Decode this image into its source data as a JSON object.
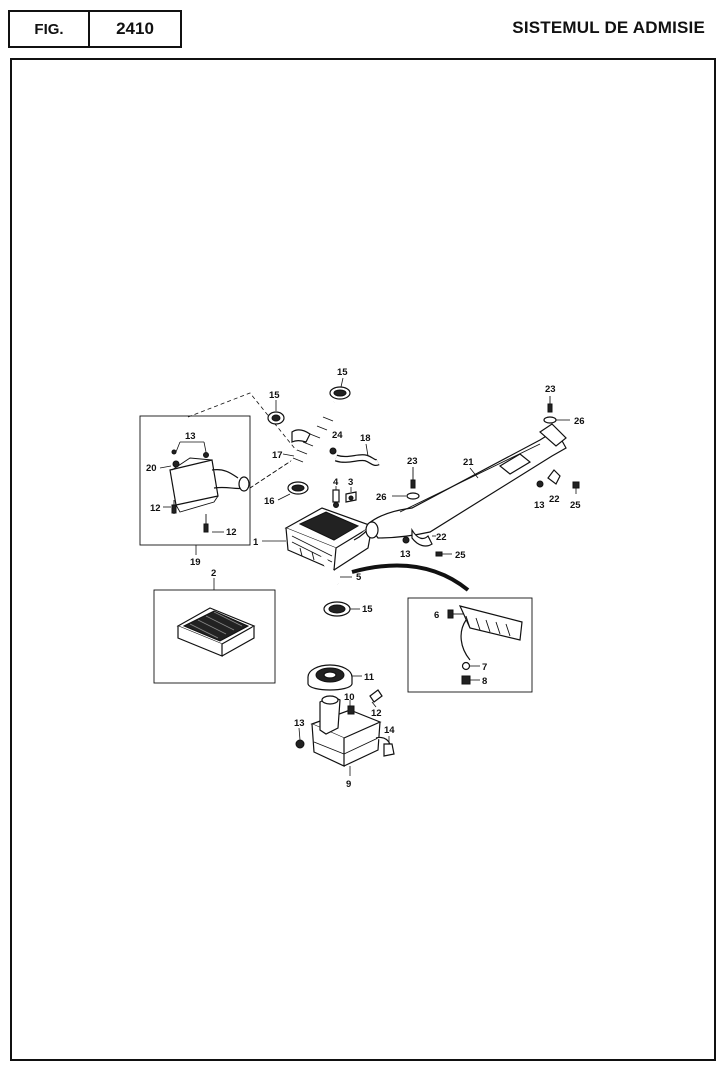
{
  "header": {
    "fig_label": "FIG.",
    "fig_number": "2410",
    "title": "SISTEMUL DE ADMISIE"
  },
  "diagram": {
    "callouts": {
      "c1": "1",
      "c2": "2",
      "c3": "3",
      "c4": "4",
      "c5": "5",
      "c6": "6",
      "c7": "7",
      "c8": "8",
      "c9": "9",
      "c10": "10",
      "c11": "11",
      "c12a": "12",
      "c12b": "12",
      "c12c": "12",
      "c13a": "13",
      "c13b": "13",
      "c13c": "13",
      "c13d": "13",
      "c14": "14",
      "c15a": "15",
      "c15b": "15",
      "c15c": "15",
      "c16": "16",
      "c17": "17",
      "c18": "18",
      "c19": "19",
      "c20": "20",
      "c21": "21",
      "c22a": "22",
      "c22b": "22",
      "c23a": "23",
      "c23b": "23",
      "c24": "24",
      "c25a": "25",
      "c25b": "25",
      "c26a": "26",
      "c26b": "26"
    }
  }
}
